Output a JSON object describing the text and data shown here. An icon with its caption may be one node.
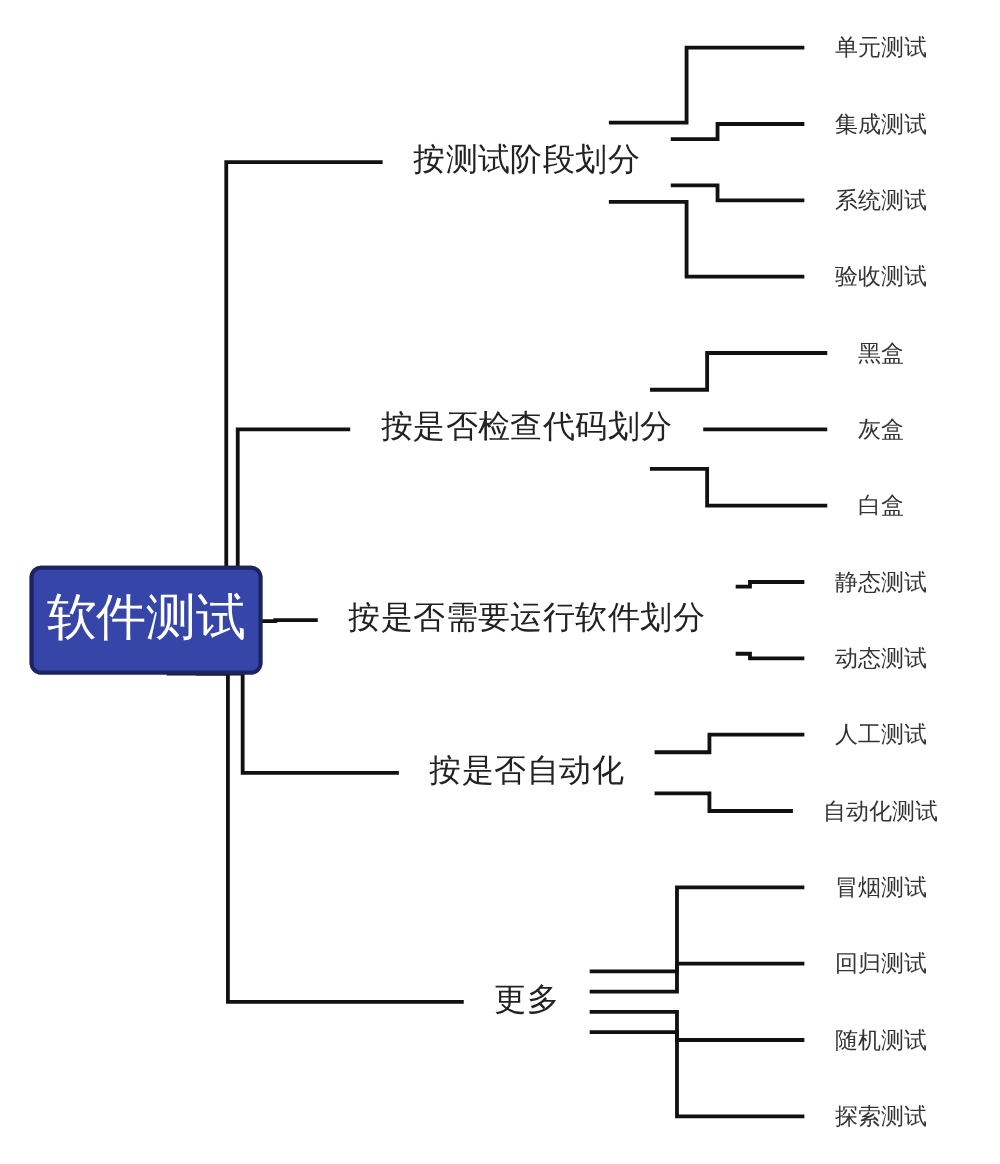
{
  "diagram": {
    "nodes": [
      {
        "text": [
          "软件测试"
        ]
      },
      {
        "text": [
          "按测试阶段划分"
        ]
      },
      {
        "text": [
          "单元测试"
        ]
      },
      {
        "text": [
          "集成测试"
        ]
      },
      {
        "text": [
          "系统测试"
        ]
      },
      {
        "text": [
          "验收测试"
        ]
      },
      {
        "text": [
          "按是否检查代码划分"
        ]
      },
      {
        "text": [
          "黑盒"
        ]
      },
      {
        "text": [
          "灰盒"
        ]
      },
      {
        "text": [
          "白盒"
        ]
      },
      {
        "text": [
          "按是否需要运行软件划分"
        ]
      },
      {
        "text": [
          "静态测试"
        ]
      },
      {
        "text": [
          "动态测试"
        ]
      },
      {
        "text": [
          "按是否自动化"
        ]
      },
      {
        "text": [
          "人工测试"
        ]
      },
      {
        "text": [
          "自动化测试"
        ]
      },
      {
        "text": [
          "更多"
        ]
      },
      {
        "text": [
          "冒烟测试"
        ]
      },
      {
        "text": [
          "回归测试"
        ]
      },
      {
        "text": [
          "随机测试"
        ]
      },
      {
        "text": [
          "探索测试"
        ]
      }
    ],
    "edges": [
      {
        "from": 0,
        "to": 1,
        "arrow": "none"
      },
      {
        "from": 1,
        "to": 2,
        "arrow": "none"
      },
      {
        "from": 1,
        "to": 3,
        "arrow": "none"
      },
      {
        "from": 1,
        "to": 4,
        "arrow": "none"
      },
      {
        "from": 1,
        "to": 5,
        "arrow": "none"
      },
      {
        "from": 0,
        "to": 6,
        "arrow": "none"
      },
      {
        "from": 6,
        "to": 7,
        "arrow": "none"
      },
      {
        "from": 6,
        "to": 8,
        "arrow": "none"
      },
      {
        "from": 6,
        "to": 9,
        "arrow": "none"
      },
      {
        "from": 0,
        "to": 10,
        "arrow": "none"
      },
      {
        "from": 10,
        "to": 11,
        "arrow": "none"
      },
      {
        "from": 10,
        "to": 12,
        "arrow": "none"
      },
      {
        "from": 0,
        "to": 13,
        "arrow": "none"
      },
      {
        "from": 13,
        "to": 14,
        "arrow": "none"
      },
      {
        "from": 13,
        "to": 15,
        "arrow": "none"
      },
      {
        "from": 0,
        "to": 16,
        "arrow": "none"
      },
      {
        "from": 16,
        "to": 17,
        "arrow": "none"
      },
      {
        "from": 16,
        "to": 18,
        "arrow": "none"
      },
      {
        "from": 16,
        "to": 19,
        "arrow": "none"
      },
      {
        "from": 16,
        "to": 20,
        "arrow": "none"
      }
    ]
  }
}
